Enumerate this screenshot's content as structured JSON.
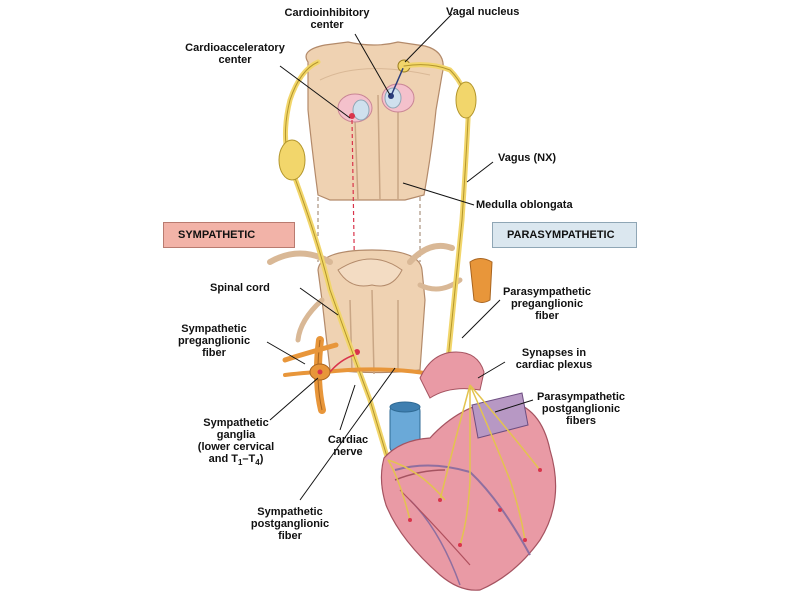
{
  "labels": {
    "cardioinhibitory": [
      "Cardioinhibitory",
      "center"
    ],
    "vagal_nucleus": "Vagal nucleus",
    "cardioacceleratory": [
      "Cardioacceleratory",
      "center"
    ],
    "vagus": "Vagus (NX)",
    "medulla": "Medulla oblongata",
    "sympathetic_box": "SYMPATHETIC",
    "parasympathetic_box": "PARASYMPATHETIC",
    "spinal_cord": "Spinal cord",
    "para_pre": [
      "Parasympathetic",
      "preganglionic",
      "fiber"
    ],
    "symp_pre": [
      "Sympathetic",
      "preganglionic",
      "fiber"
    ],
    "synapses": [
      "Synapses in",
      "cardiac plexus"
    ],
    "para_post": [
      "Parasympathetic",
      "postganglionic",
      "fibers"
    ],
    "symp_ganglia": [
      "Sympathetic",
      "ganglia",
      "(lower cervical",
      "and T",
      "1",
      "–T",
      "4",
      ")"
    ],
    "cardiac_nerve": [
      "Cardiac",
      "nerve"
    ],
    "symp_post": [
      "Sympathetic",
      "postganglionic",
      "fiber"
    ]
  },
  "colors": {
    "sympathetic_box": "#f2b3a8",
    "parasympathetic_box": "#dbe7ef",
    "nerve_yellow": "#f2d66b",
    "sympathetic_orange": "#e8963a",
    "tissue": "#efd2b2",
    "heart": "#e99aa5",
    "vessel_blue": "#6aa9d8"
  }
}
